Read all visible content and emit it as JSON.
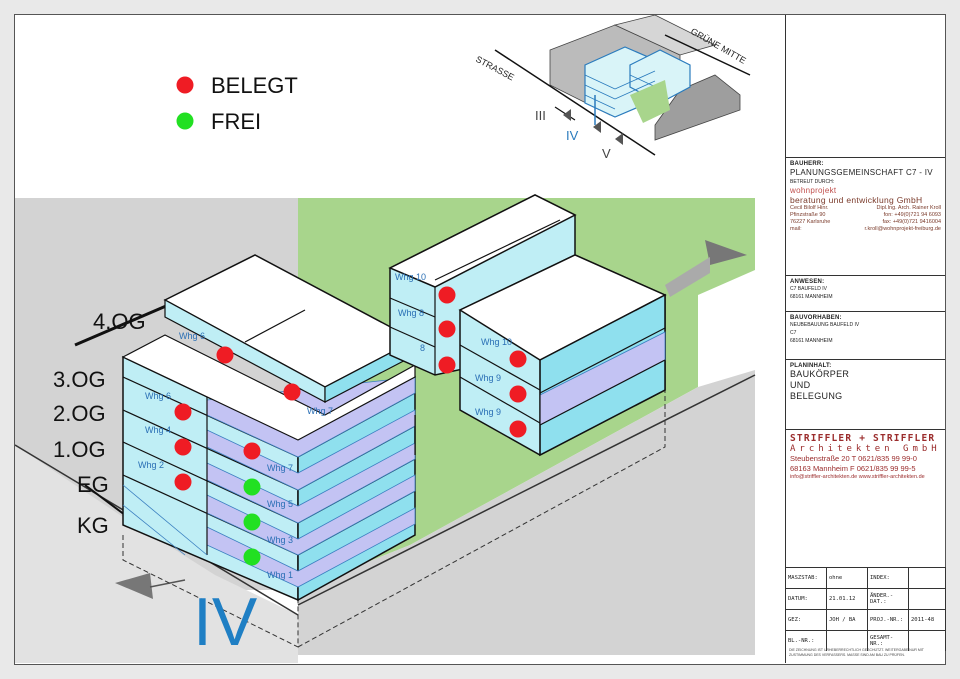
{
  "legend": {
    "belegt": {
      "label": "BELEGT",
      "color": "#ef1c24"
    },
    "frei": {
      "label": "FREI",
      "color": "#22e022"
    }
  },
  "key_plan": {
    "strasse": "STRASSE",
    "gruene_mitte": "GRÜNE MITTE",
    "sections": [
      "III",
      "IV",
      "V"
    ]
  },
  "floors": [
    "4.OG",
    "3.OG",
    "2.OG",
    "1.OG",
    "EG",
    "KG"
  ],
  "building_label": "IV",
  "units": [
    {
      "label": "Whg 6",
      "status": "belegt"
    },
    {
      "label": "Whg 6",
      "status": "belegt"
    },
    {
      "label": "Whg 4",
      "status": "belegt"
    },
    {
      "label": "Whg 2",
      "status": "belegt"
    },
    {
      "label": "Whg 7",
      "status": "belegt"
    },
    {
      "label": "Whg 7",
      "status": "belegt"
    },
    {
      "label": "Whg 5",
      "status": "frei"
    },
    {
      "label": "Whg 3",
      "status": "frei"
    },
    {
      "label": "Whg 1",
      "status": "frei"
    },
    {
      "label": "Whg 10",
      "status": "belegt"
    },
    {
      "label": "Whg 8",
      "status": "belegt"
    },
    {
      "label": "8",
      "status": "belegt"
    },
    {
      "label": "Whg 10",
      "status": "belegt"
    },
    {
      "label": "Whg 9",
      "status": "belegt"
    },
    {
      "label": "Whg 9",
      "status": "belegt"
    }
  ],
  "title_block": {
    "bauherr_heading": "BAUHERR:",
    "bauherr": "PLANUNGSGEMEINSCHAFT C7 - IV",
    "betreut": "BETREUT DURCH:",
    "wp_logo": "wohnprojekt",
    "wp_name": "beratung und entwicklung GmbH",
    "wp_left": [
      "Cecil Bilolf Hinr.",
      "Pfinzstraße 90",
      "76227 Karlsruhe",
      "mail:"
    ],
    "wp_right": [
      "Dipl.Ing. Arch. Rainer Kroll",
      "fon: +49(0)721 94 6093",
      "fax: +49(0)721 9416004",
      "r.kroll@wohnprojekt-freiburg.de"
    ],
    "anwesen_heading": "ANWESEN:",
    "anwesen": [
      "C7  BAUFELD IV",
      "68161 MANNHEIM"
    ],
    "bauvorhaben_heading": "BAUVORHABEN:",
    "bauvorhaben": [
      "NEUBEBAUUNG BAUFELD IV",
      "C7",
      "68161 MANNHEIM"
    ],
    "planinhalt_heading": "PLANINHALT:",
    "planinhalt": [
      "BAUKÖRPER",
      "UND",
      "BELEGUNG"
    ],
    "firm": "STRIFFLER + STRIFFLER",
    "firm_sub": "Architekten GmbH",
    "firm_addr": [
      "Steubenstraße 20  T 0621/835 99 99-0",
      "68163 Mannheim    F 0621/835 99 99-5"
    ],
    "firm_web": "info@striffler-architekten.de  www.striffler-architekten.de",
    "massstab_label": "MASZSTAB:",
    "massstab": "ohne",
    "index_label": "INDEX:",
    "datum_label": "DATUM:",
    "datum": "21.01.12",
    "aender_label": "ÄNDER.-DAT.:",
    "gez_label": "GEZ:",
    "gez": "JOH / BA",
    "proj_label": "PROJ.-NR.:",
    "proj": "2011-48",
    "bl_label": "BL.-NR.:",
    "gesamt_label": "GESAMT-NR.:",
    "footer": "DIE ZEICHNUNG IST URHEBERRECHTLICH GESCHÜTZT. WEITERGABE NUR MIT ZUSTIMMUNG DES VERFASSERS. MASSE SIND AM BAU ZU PRÜFEN."
  }
}
